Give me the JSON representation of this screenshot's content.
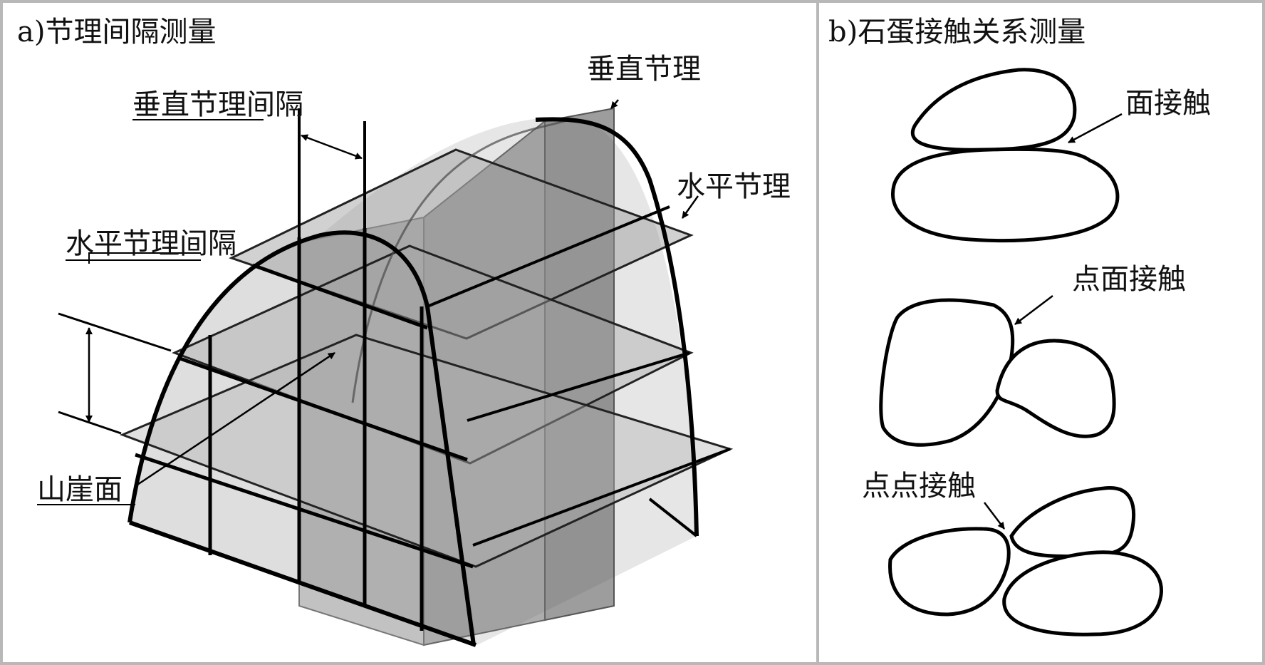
{
  "panel_a": {
    "title": "a)节理间隔测量",
    "labels": {
      "vertical_joint": "垂直节理",
      "vertical_spacing": "垂直节理间隔",
      "horizontal_joint": "水平节理",
      "horizontal_spacing": "水平节理间隔",
      "cliff_face": "山崖面"
    }
  },
  "panel_b": {
    "title": "b)石蛋接触关系测量",
    "labels": {
      "face_contact": "面接触",
      "point_face_contact": "点面接触",
      "point_point_contact": "点点接触"
    }
  }
}
